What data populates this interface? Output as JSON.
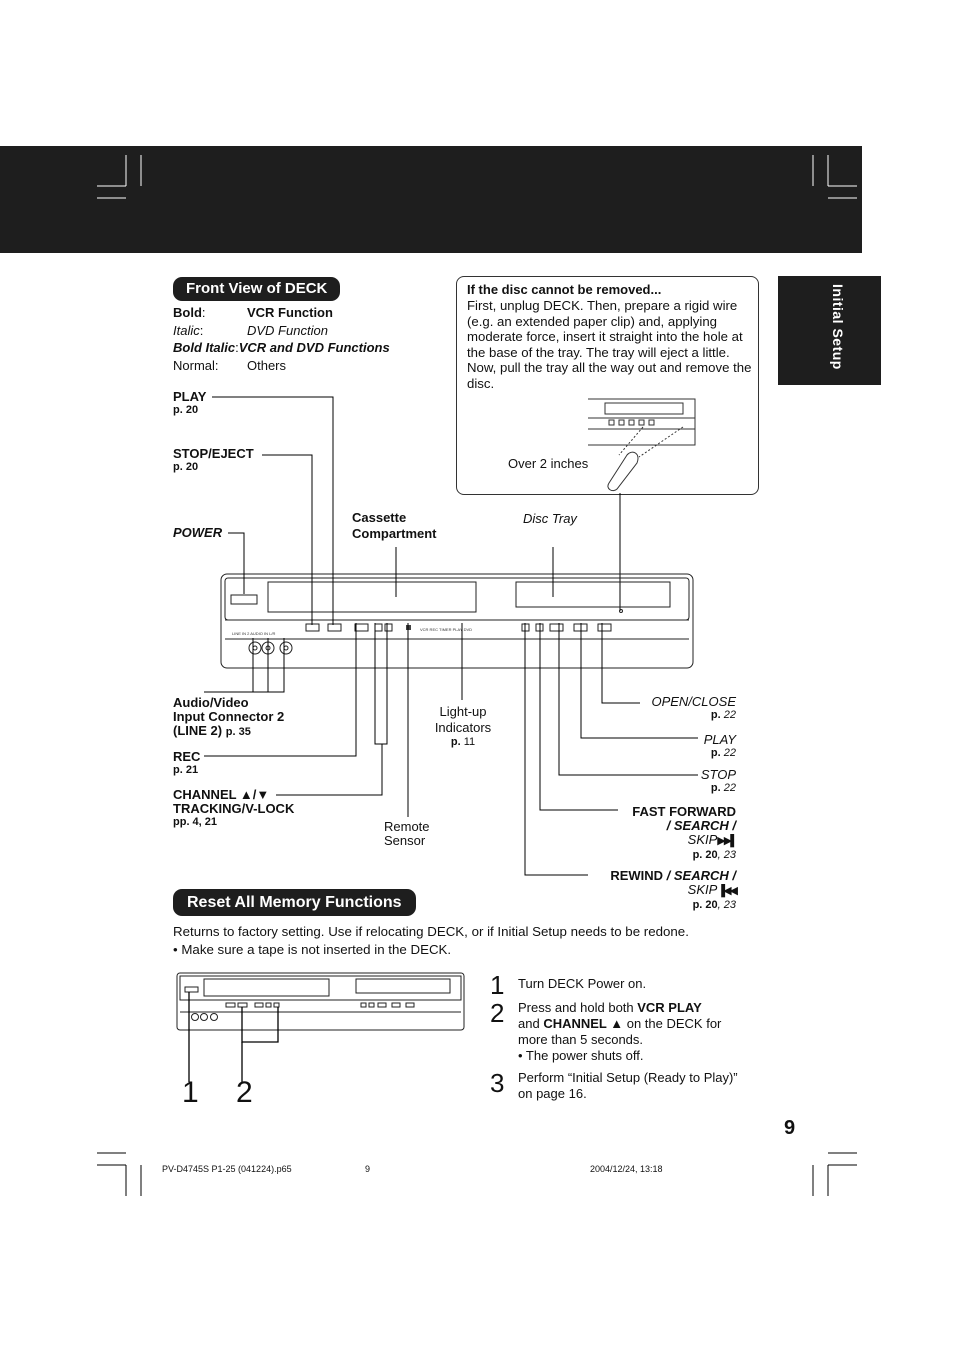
{
  "side_tab": "Initial Setup",
  "front_view": {
    "title": "Front View of DECK",
    "legend": [
      {
        "key": "Bold",
        "sep": ":",
        "value": "VCR Function"
      },
      {
        "key": "Italic",
        "sep": ":",
        "value": "DVD Function"
      },
      {
        "key": "Bold Italic",
        "sep": ":",
        "value": "VCR and DVD Functions"
      },
      {
        "key": "Normal",
        "sep": ":",
        "value": "Others"
      }
    ]
  },
  "disc_note": {
    "title": "If the disc cannot be removed...",
    "body": "First, unplug DECK. Then, prepare a rigid wire (e.g. an extended paper clip) and, applying moderate force, insert it straight into the hole at the base of the tray. The tray will eject a little. Now, pull the tray all the way out and remove the disc.",
    "distance": "Over 2 inches"
  },
  "labels": {
    "play": {
      "name": "PLAY",
      "page": "p. 20"
    },
    "stop_eject": {
      "name": "STOP/EJECT",
      "page": "p. 20"
    },
    "power": {
      "name": "POWER"
    },
    "cassette": {
      "line1": "Cassette",
      "line2": "Compartment"
    },
    "disc_tray": {
      "name": "Disc Tray"
    },
    "av_input": {
      "line1": "Audio/Video",
      "line2": "Input Connector 2",
      "line3": "(LINE 2)",
      "page": "p. 35"
    },
    "rec": {
      "name": "REC",
      "page": "p. 21"
    },
    "channel": {
      "line1": "CHANNEL ▲/▼",
      "line2": "TRACKING/V-LOCK",
      "page": "pp. 4, 21"
    },
    "light_up": {
      "line1": "Light-up",
      "line2": "Indicators",
      "page_b": "p.",
      "page_n": "11"
    },
    "remote": {
      "line1": "Remote",
      "line2": "Sensor"
    },
    "open_close": {
      "name": "OPEN/CLOSE",
      "page_b": "p.",
      "page_n": "22"
    },
    "dvd_play": {
      "name": "PLAY",
      "page_b": "p.",
      "page_n": "22"
    },
    "dvd_stop": {
      "name": "STOP",
      "page_b": "p.",
      "page_n": "22"
    },
    "fast_forward": {
      "line1": "FAST FORWARD",
      "line2": "/ SEARCH /",
      "line3": "SKIP",
      "icon": "▶▶▌",
      "page_b": "p. 20",
      "page_n": ", 23"
    },
    "rewind": {
      "line1a": "REWIND",
      "line1b": " / SEARCH /",
      "line2": "SKIP",
      "icon": "▐◀◀",
      "page_b": "p. 20",
      "page_n": ", 23"
    }
  },
  "reset": {
    "title": "Reset All Memory Functions",
    "intro1": "Returns to factory setting. Use if relocating DECK, or if Initial Setup needs to be redone.",
    "intro2": "• Make sure a tape is not inserted in the DECK.",
    "callout1": "1",
    "callout2": "2",
    "steps": [
      {
        "num": "1",
        "text": "Turn DECK Power on."
      },
      {
        "num": "2",
        "a": "Press and hold both ",
        "b": "VCR PLAY",
        "c": "and ",
        "d": "CHANNEL ▲",
        "e": " on the DECK for",
        "f": "more than 5 seconds.",
        "g": "• The power shuts off."
      },
      {
        "num": "3",
        "line1": "Perform “Initial Setup (Ready to Play)”",
        "line2": "on page 16."
      }
    ]
  },
  "page_number": "9",
  "footer": {
    "file": "PV-D4745S P1-25 (041224).p65",
    "page": "9",
    "date": "2004/12/24, 13:18"
  }
}
